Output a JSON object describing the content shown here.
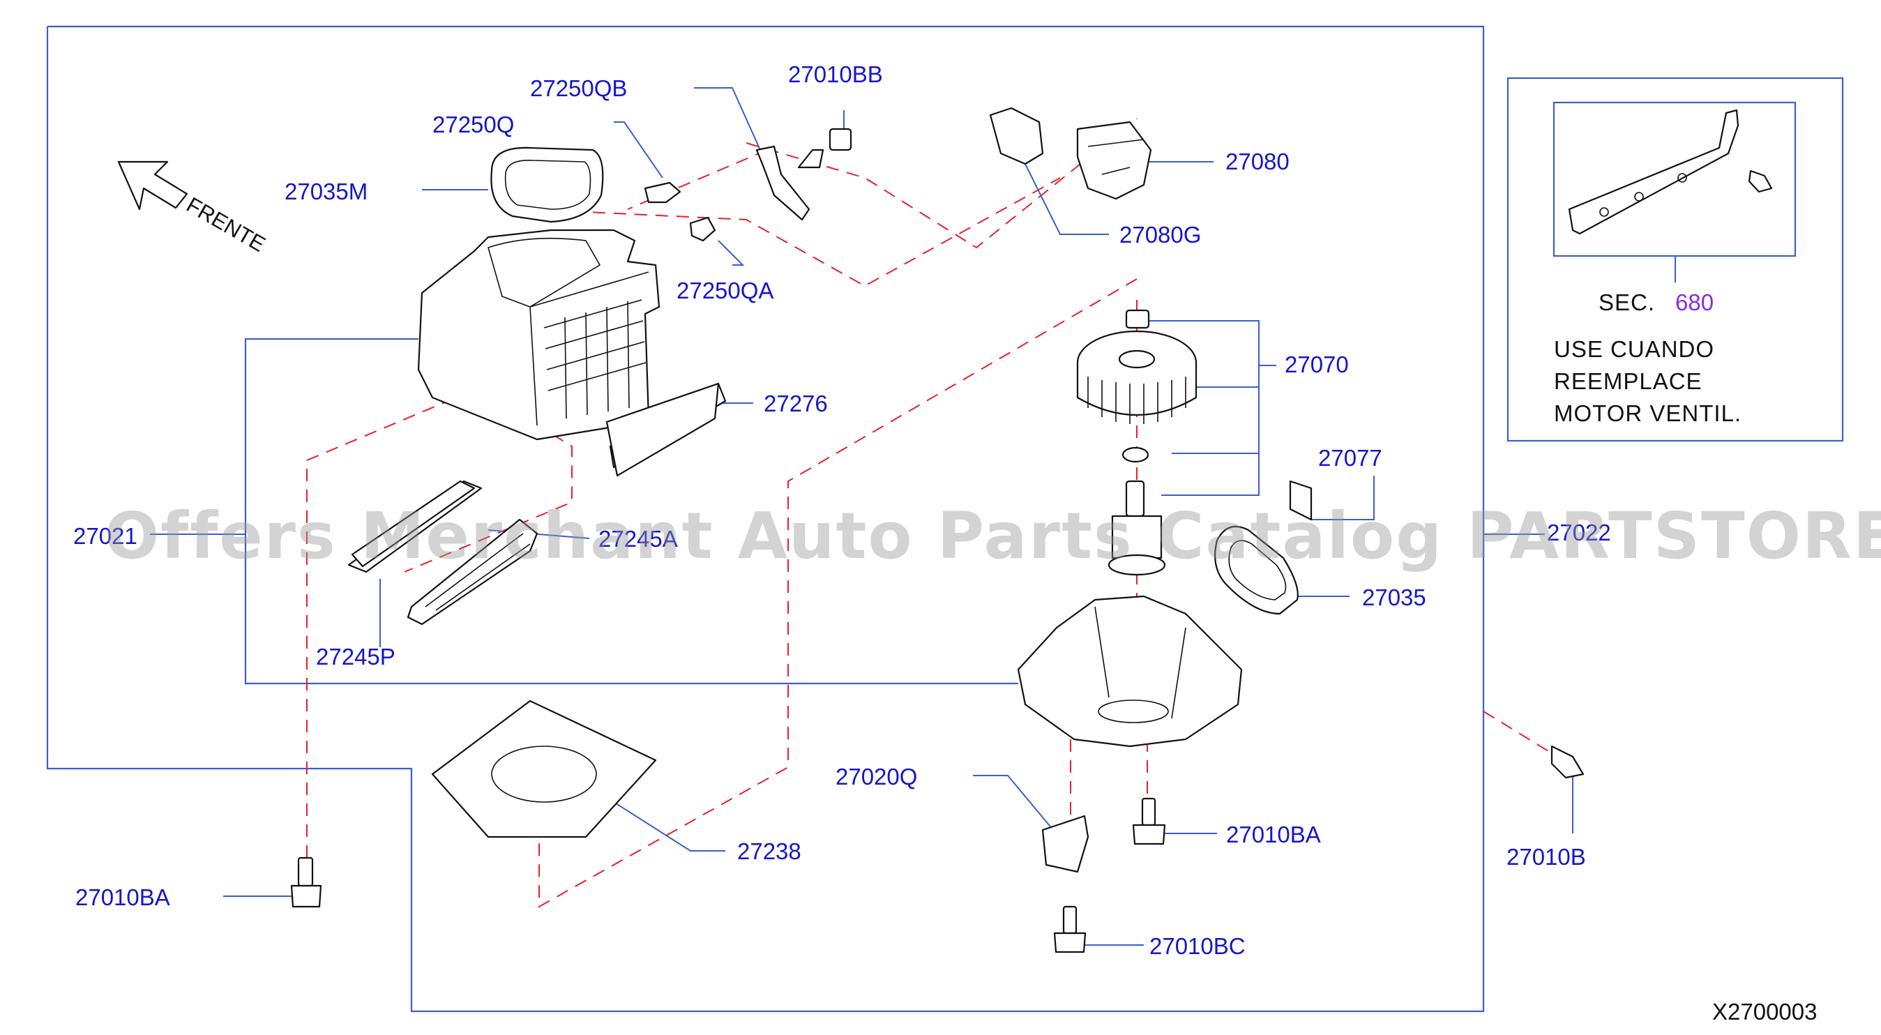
{
  "diagram": {
    "frente_label": "FRENTE",
    "diagram_code": "X2700003",
    "watermark": "Offers Merchant Auto Parts Catalog PARTSTORE.SA",
    "callouts": [
      {
        "id": "c-27250QB",
        "text": "27250QB"
      },
      {
        "id": "c-27010BB",
        "text": "27010BB"
      },
      {
        "id": "c-27250Q",
        "text": "27250Q"
      },
      {
        "id": "c-27035M",
        "text": "27035M"
      },
      {
        "id": "c-27250QA",
        "text": "27250QA"
      },
      {
        "id": "c-27080",
        "text": "27080"
      },
      {
        "id": "c-27080G",
        "text": "27080G"
      },
      {
        "id": "c-27276",
        "text": "27276"
      },
      {
        "id": "c-27070",
        "text": "27070"
      },
      {
        "id": "c-27077",
        "text": "27077"
      },
      {
        "id": "c-27021",
        "text": "27021"
      },
      {
        "id": "c-27245A",
        "text": "27245A"
      },
      {
        "id": "c-27022",
        "text": "27022"
      },
      {
        "id": "c-27035",
        "text": "27035"
      },
      {
        "id": "c-27245P",
        "text": "27245P"
      },
      {
        "id": "c-27020Q",
        "text": "27020Q"
      },
      {
        "id": "c-27238",
        "text": "27238"
      },
      {
        "id": "c-27010BA-right",
        "text": "27010BA"
      },
      {
        "id": "c-27010BA-left",
        "text": "27010BA"
      },
      {
        "id": "c-27010BC",
        "text": "27010BC"
      },
      {
        "id": "c-27010B",
        "text": "27010B"
      }
    ],
    "inset": {
      "sec_label": "SEC.",
      "sec_number": "680",
      "note_lines": [
        "USE  CUANDO",
        "REEMPLACE",
        "MOTOR  VENTIL."
      ]
    }
  }
}
